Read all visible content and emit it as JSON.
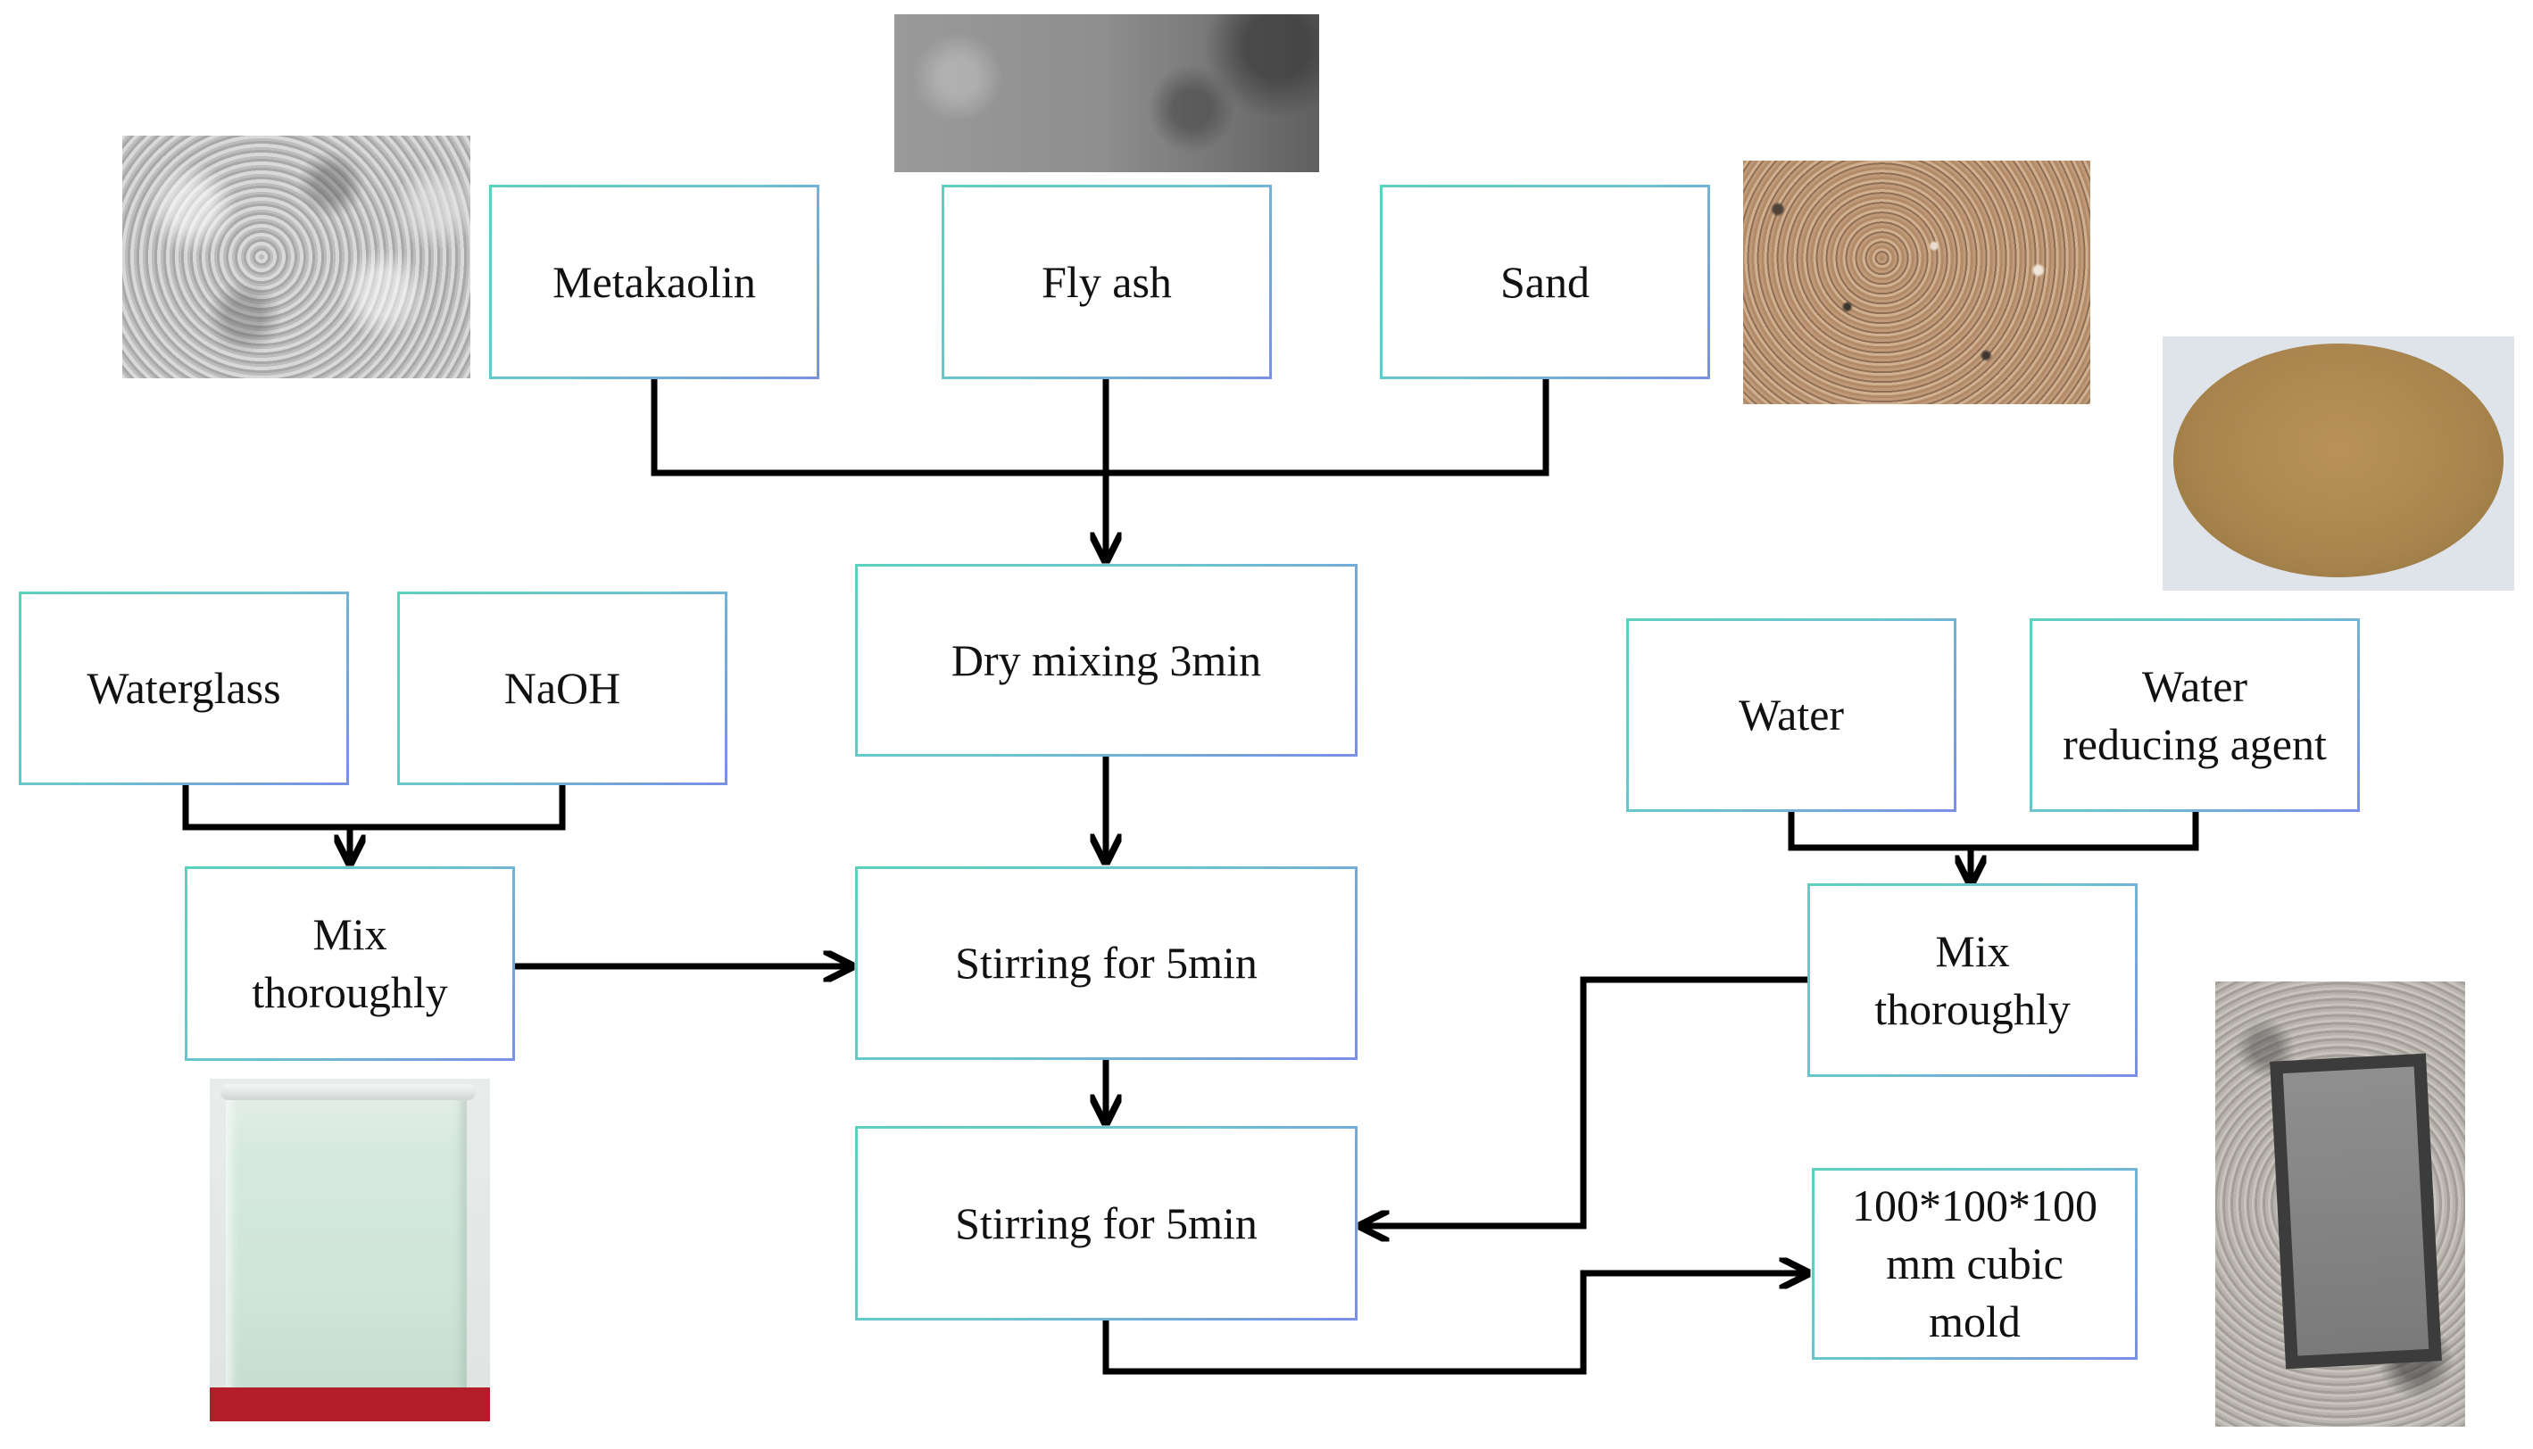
{
  "boxes": {
    "metakaolin": "Metakaolin",
    "fly_ash": "Fly ash",
    "sand": "Sand",
    "dry_mixing": "Dry mixing 3min",
    "waterglass": "Waterglass",
    "naoh": "NaOH",
    "mix_left": "Mix\nthoroughly",
    "stirring_1": "Stirring for 5min",
    "stirring_2": "Stirring for 5min",
    "water": "Water",
    "water_reducing_agent": "Water\nreducing agent",
    "mix_right": "Mix\nthoroughly",
    "mold": "100*100*100\nmm cubic\nmold"
  },
  "photos": {
    "metakaolin": "metakaolin-powder-photo",
    "fly_ash": "fly-ash-powder-photo",
    "sand": "sand-photo",
    "water_reducing_agent": "water-reducing-agent-powder-photo",
    "alkaline_solution": "alkaline-solution-beaker-photo",
    "specimen": "cast-specimen-in-mold-photo"
  },
  "colors": {
    "box_border_start": "#5ed0be",
    "box_border_end": "#7a8fe6",
    "connector": "#000000",
    "text": "#111111"
  }
}
